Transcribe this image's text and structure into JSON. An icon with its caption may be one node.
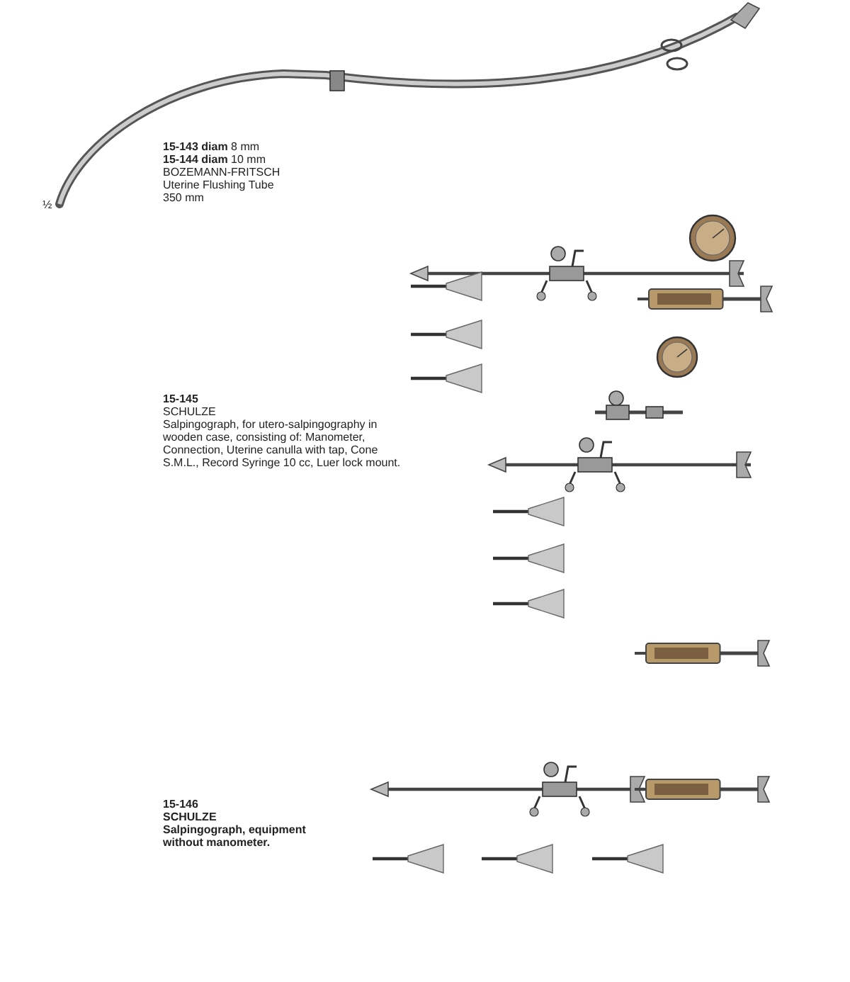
{
  "diagram": {
    "labels": [
      "**15-143  diam** 8 mm",
      "**15-144  diam** 10 mm",
      "BOZEMANN-FRITSCH",
      "Uterine Flushing Tube",
      "350 mm",
      "½",
      "15-145",
      "SCHULZE",
      "Salpingograph, for utero-salpingography in wooden case, consisting of: Manometer, Connection, Uterine canulla with tap, Cone S.M.L., Record Syringe 10 cc, Luer lock mount.",
      "15-146",
      "SCHULZE",
      "Salpingograph, equipment without manometer."
    ]
  }
}
